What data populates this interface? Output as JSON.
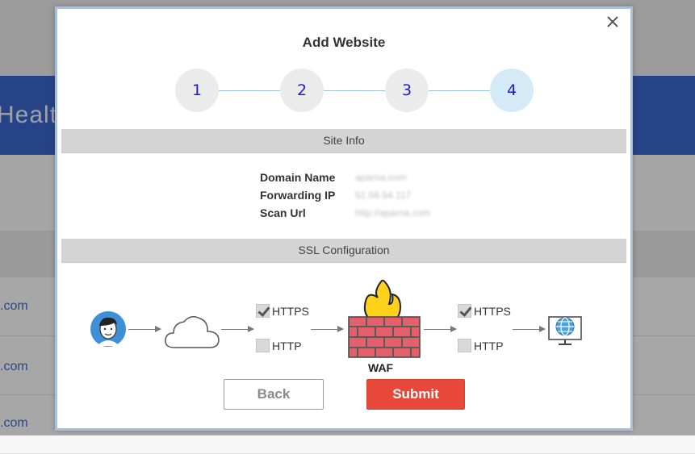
{
  "background": {
    "banner_title": "Healtl",
    "rows": [
      ".com",
      ".com",
      ".com"
    ]
  },
  "modal": {
    "title": "Add Website",
    "steps": [
      "1",
      "2",
      "3",
      "4"
    ],
    "active_step": 4,
    "site_info": {
      "header": "Site Info",
      "fields": [
        {
          "label": "Domain Name",
          "value": "aparna.com"
        },
        {
          "label": "Forwarding IP",
          "value": "51.56.54.117"
        },
        {
          "label": "Scan Url",
          "value": "http://aparna.com"
        }
      ]
    },
    "ssl": {
      "header": "SSL Configuration",
      "left_options": {
        "https": "HTTPS",
        "http": "HTTP",
        "https_checked": true,
        "http_checked": false
      },
      "right_options": {
        "https": "HTTPS",
        "http": "HTTP",
        "https_checked": true,
        "http_checked": false
      },
      "waf_label": "WAF"
    },
    "buttons": {
      "back": "Back",
      "submit": "Submit"
    },
    "icons": {
      "user": "user-avatar-icon",
      "cloud": "cloud-icon",
      "firewall": "firewall-icon",
      "server": "globe-monitor-icon",
      "close": "close-icon"
    }
  },
  "colors": {
    "banner": "#3a64c8",
    "step_active": "#d4eaf6",
    "step_text": "#1a1adb",
    "submit": "#e8483a",
    "modal_border": "#a9bfdc"
  }
}
